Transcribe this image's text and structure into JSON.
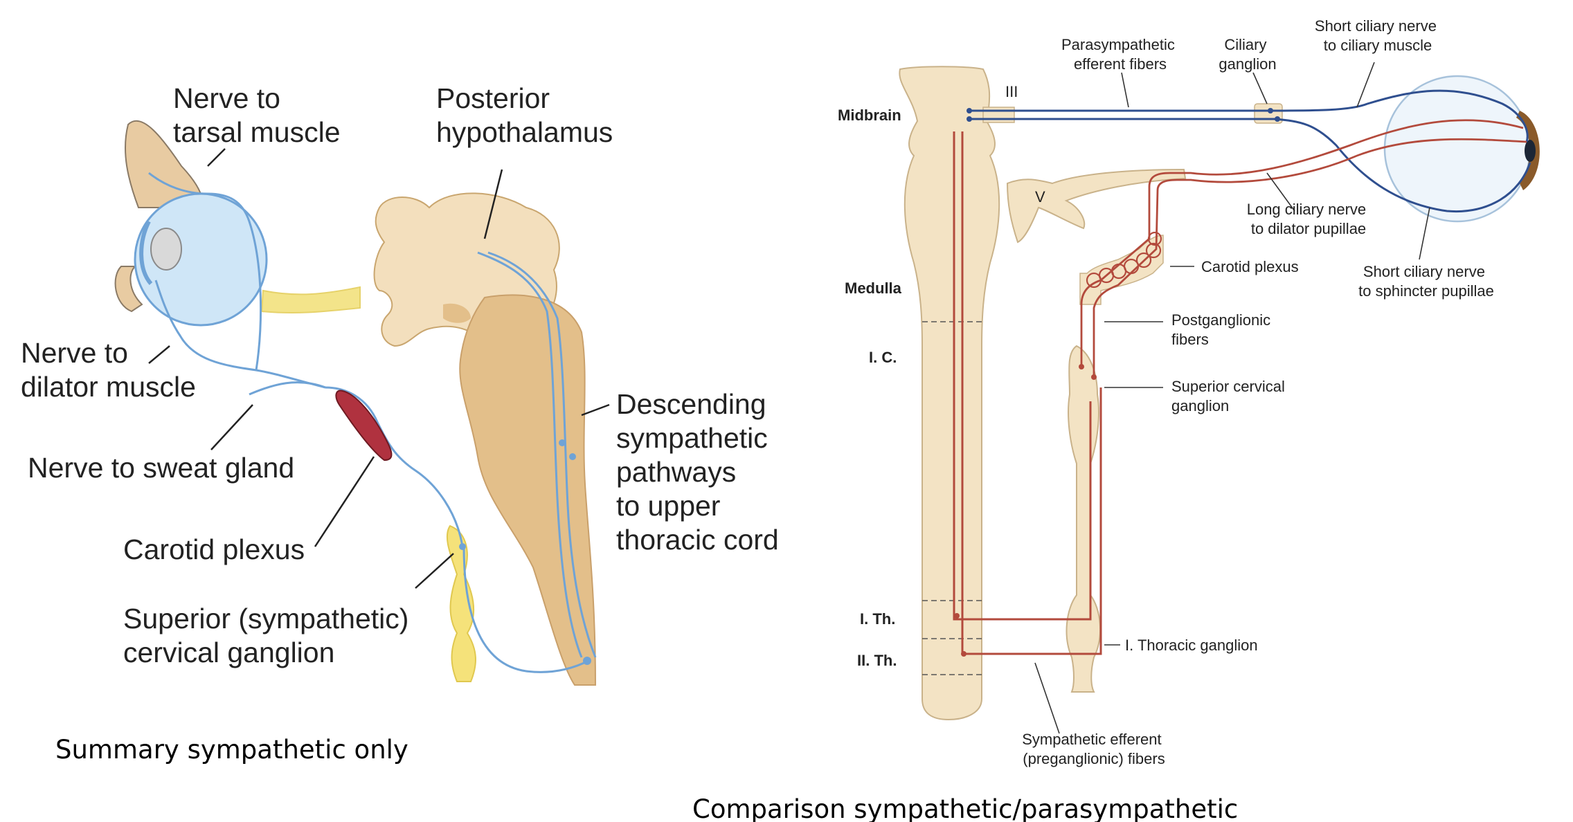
{
  "left_panel": {
    "labels": {
      "nerve_tarsal": [
        "Nerve to",
        "tarsal muscle"
      ],
      "posterior_hypothalamus": [
        "Posterior",
        "hypothalamus"
      ],
      "nerve_dilator": [
        "Nerve to",
        "dilator muscle"
      ],
      "nerve_sweat": "Nerve to sweat gland",
      "carotid_plexus": "Carotid plexus",
      "superior_ganglion": [
        "Superior (sympathetic)",
        "cervical ganglion"
      ],
      "descending": [
        "Descending",
        "sympathetic",
        "pathways",
        "to upper",
        "thoracic cord"
      ]
    },
    "caption": "Summary sympathetic only"
  },
  "right_panel": {
    "labels": {
      "midbrain": "Midbrain",
      "medulla": "Medulla",
      "ic": "I. C.",
      "ith": "I. Th.",
      "iith": "II. Th.",
      "cn3": "III",
      "cn5": "V",
      "parasympathetic": [
        "Parasympathetic",
        "efferent fibers"
      ],
      "ciliary_ganglion": [
        "Ciliary",
        "ganglion"
      ],
      "short_ciliary_muscle": [
        "Short ciliary nerve",
        "to ciliary muscle"
      ],
      "long_ciliary": [
        "Long ciliary nerve",
        "to dilator pupillae"
      ],
      "carotid_plexus": "Carotid plexus",
      "short_ciliary_sphincter": [
        "Short ciliary nerve",
        "to sphincter pupillae"
      ],
      "postganglionic": [
        "Postganglionic",
        "fibers"
      ],
      "superior_cervical": [
        "Superior cervical",
        "ganglion"
      ],
      "thoracic_ganglion": "I. Thoracic ganglion",
      "sympathetic_efferent": [
        "Sympathetic efferent",
        "(preganglionic) fibers"
      ]
    },
    "caption": "Comparison sympathetic/parasympathetic"
  },
  "colors": {
    "tissue": "#f3e3c4",
    "tissue_dark": "#e4c38f",
    "brain": "#e3bf8a",
    "nerve_blue": "#6fa3d6",
    "eye_blue": "#cfe6f7",
    "artery": "#b0323f",
    "ganglion_yellow": "#f5e27a",
    "symp_red": "#b34a3c",
    "para_blue": "#2f4f8f"
  }
}
